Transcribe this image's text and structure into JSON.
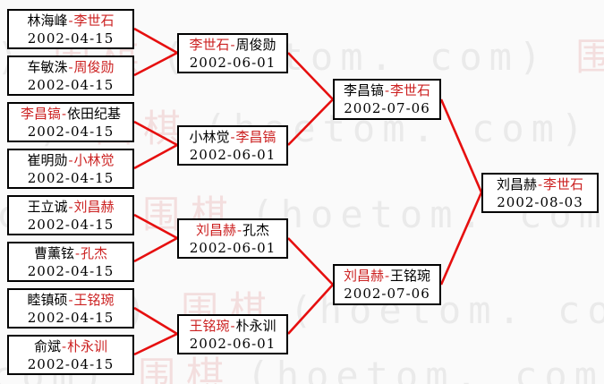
{
  "bracket": {
    "r16": [
      {
        "p1": "林海峰",
        "p2": "李世石",
        "winner": "p2",
        "date": "2002-04-15"
      },
      {
        "p1": "车敏洙",
        "p2": "周俊勋",
        "winner": "p2",
        "date": "2002-04-15"
      },
      {
        "p1": "李昌镐",
        "p2": "依田纪基",
        "winner": "p1",
        "date": "2002-04-15"
      },
      {
        "p1": "崔明勋",
        "p2": "小林觉",
        "winner": "p2",
        "date": "2002-04-15"
      },
      {
        "p1": "王立诚",
        "p2": "刘昌赫",
        "winner": "p2",
        "date": "2002-04-15"
      },
      {
        "p1": "曹薰铉",
        "p2": "孔杰",
        "winner": "p2",
        "date": "2002-04-15"
      },
      {
        "p1": "睦镇硕",
        "p2": "王铭琬",
        "winner": "p2",
        "date": "2002-04-15"
      },
      {
        "p1": "俞斌",
        "p2": "朴永训",
        "winner": "p2",
        "date": "2002-04-15"
      }
    ],
    "qf": [
      {
        "p1": "李世石",
        "p2": "周俊勋",
        "winner": "p1",
        "date": "2002-06-01"
      },
      {
        "p1": "小林觉",
        "p2": "李昌镐",
        "winner": "p2",
        "date": "2002-06-01"
      },
      {
        "p1": "刘昌赫",
        "p2": "孔杰",
        "winner": "p1",
        "date": "2002-06-01"
      },
      {
        "p1": "王铭琬",
        "p2": "朴永训",
        "winner": "p1",
        "date": "2002-06-01"
      }
    ],
    "sf": [
      {
        "p1": "李昌镐",
        "p2": "李世石",
        "winner": "p2",
        "date": "2002-07-06"
      },
      {
        "p1": "刘昌赫",
        "p2": "王铭琬",
        "winner": "p1",
        "date": "2002-07-06"
      }
    ],
    "final": [
      {
        "p1": "刘昌赫",
        "p2": "李世石",
        "winner": "p2",
        "date": "2002-08-03"
      }
    ]
  },
  "separator": "-",
  "watermark": {
    "cjk": "围棋",
    "latin": "(hoetom. com)"
  },
  "colors": {
    "winner_text": "#cc2222",
    "connector_line": "#e60f0f",
    "box_border": "#000000",
    "box_text": "#000000",
    "background": "#fafafa",
    "watermark_cjk": "#f3dede",
    "watermark_latin": "#eaeaea"
  }
}
